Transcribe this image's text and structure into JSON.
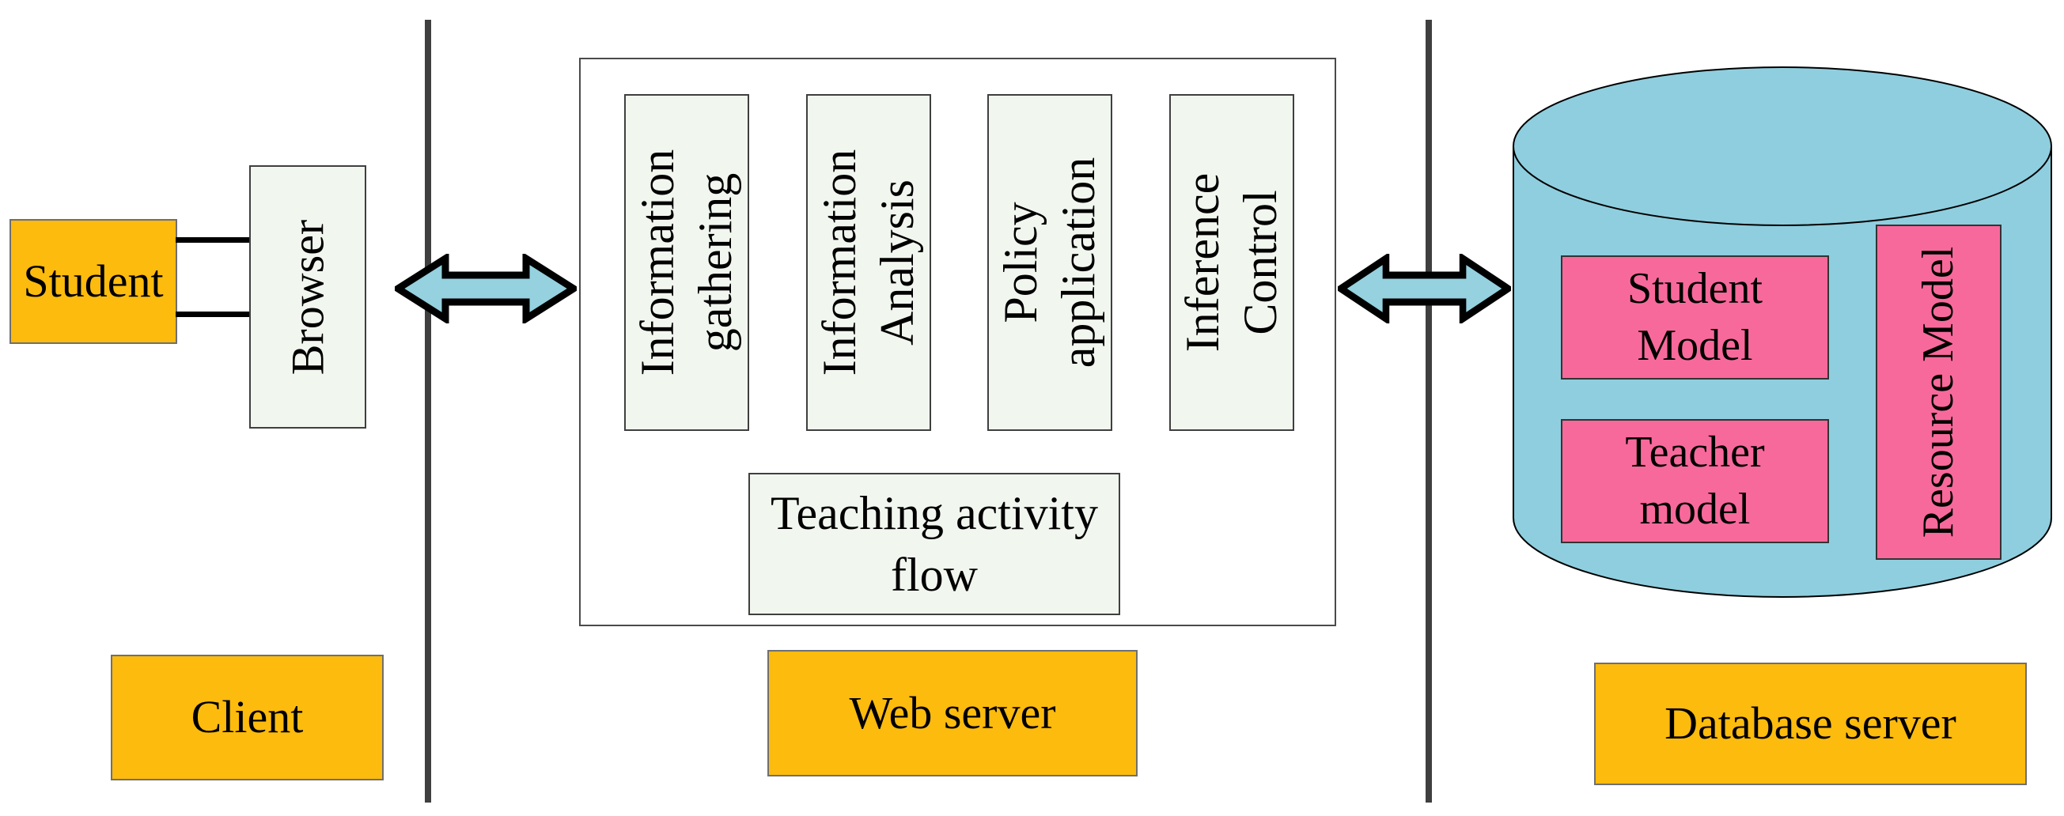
{
  "colors": {
    "orange": "#fcbb0d",
    "pink": "#f8699b",
    "cylinder_blue": "#8fcede",
    "arrow_blue": "#95d1df",
    "process_box_fill": "#f1f6ef",
    "divider_gray": "#3f3f3f"
  },
  "client_section": {
    "student_box_label": "Student",
    "browser_box_label": "Browser",
    "section_label": "Client"
  },
  "web_server_section": {
    "modules": [
      {
        "label": "Information\ngathering"
      },
      {
        "label": "Information\nAnalysis"
      },
      {
        "label": "Policy\napplication"
      },
      {
        "label": "Inference\nControl"
      }
    ],
    "flow_box_label": "Teaching activity\nflow",
    "section_label": "Web server"
  },
  "database_section": {
    "models": [
      {
        "label": "Student\nModel"
      },
      {
        "label": "Teacher\nmodel"
      }
    ],
    "resource_model_label": "Resource Model",
    "section_label": "Database server"
  }
}
